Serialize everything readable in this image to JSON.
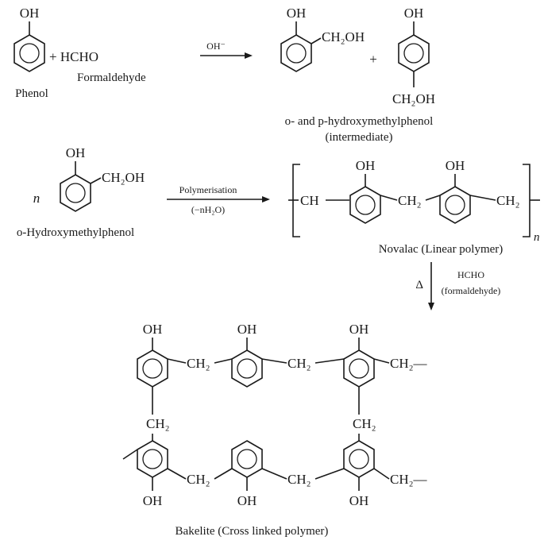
{
  "r1": {
    "oh": "OH",
    "hcho": "+ HCHO",
    "phenol": "Phenol",
    "formaldehyde": "Formaldehyde",
    "cat": "OH⁻",
    "ortho_oh": "OH",
    "ortho_sub": "CH₂OH",
    "plus": "+",
    "para_oh": "OH",
    "para_sub": "CH₂OH",
    "caption1": "o- and p-hydroxymethylphenol",
    "caption2": "(intermediate)"
  },
  "r2": {
    "n": "n",
    "oh": "OH",
    "sub": "CH₂OH",
    "reactant": "o-Hydroxymethylphenol",
    "cond1": "Polymerisation",
    "cond2": "(−nH₂O)",
    "ch": "CH",
    "oh1": "OH",
    "oh2": "OH",
    "ch2a": "CH₂",
    "ch2b": "CH₂",
    "sub_n": "n",
    "product": "Novalac (Linear polymer)"
  },
  "r3": {
    "delta": "Δ",
    "cond1": "HCHO",
    "cond2": "(formaldehyde)"
  },
  "r4": {
    "oh_top": [
      "OH",
      "OH",
      "OH"
    ],
    "ch2_top": [
      "CH₂",
      "CH₂",
      "CH₂—"
    ],
    "ch2_link": [
      "CH₂",
      "CH₂"
    ],
    "ch2_bot": [
      "CH₂",
      "CH₂",
      "CH₂—"
    ],
    "oh_bot": [
      "OH",
      "OH",
      "OH"
    ],
    "caption": "Bakelite (Cross linked polymer)"
  }
}
